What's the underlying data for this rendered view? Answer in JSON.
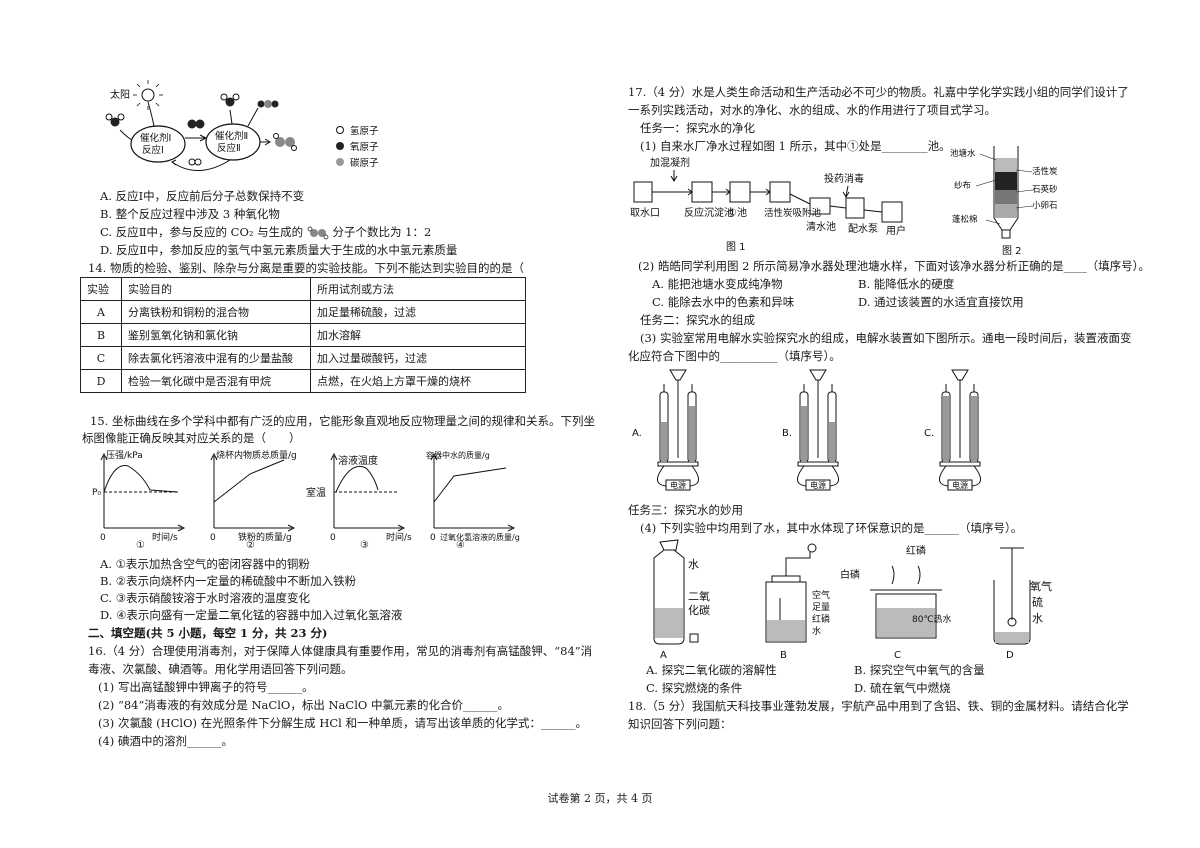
{
  "q13": {
    "sun_label": "太阳",
    "cat1": [
      "催化剂Ⅰ",
      "反应Ⅰ"
    ],
    "cat2": [
      "催化剂Ⅱ",
      "反应Ⅱ"
    ],
    "legend": [
      "氢原子",
      "氧原子",
      "碳原子"
    ],
    "options": [
      "A. 反应Ⅰ中，反应前后分子总数保持不变",
      "B. 整个反应过程中涉及 3 种氧化物",
      "C. 反应Ⅱ中，参与反应的 CO₂ 与生成的",
      "D. 反应Ⅱ中，参加反应的氢气中氢元素质量大于生成的水中氢元素质量"
    ],
    "option_c_tail": "分子个数比为 1：2"
  },
  "q14": {
    "stem": "14. 物质的检验、鉴别、除杂与分离是重要的实验技能。下列不能达到实验目的的是（",
    "headers": [
      "实验",
      "实验目的",
      "所用试剂或方法"
    ],
    "rows": [
      [
        "A",
        "分离铁粉和铜粉的混合物",
        "加足量稀硫酸，过滤"
      ],
      [
        "B",
        "鉴别氢氧化钠和氯化钠",
        "加水溶解"
      ],
      [
        "C",
        "除去氯化钙溶液中混有的少量盐酸",
        "加入过量碳酸钙，过滤"
      ],
      [
        "D",
        "检验一氧化碳中是否混有甲烷",
        "点燃，在火焰上方罩干燥的烧杯"
      ]
    ]
  },
  "q15": {
    "stem1": "15. 坐标曲线在多个学科中都有广泛的应用，它能形象直观地反应物理量之间的规律和关系。下列坐",
    "stem2": "标图像能正确反映其对应关系的是（　　）",
    "graphs": [
      {
        "ylabel": "压强/kPa",
        "xlabel": "时间/s",
        "p0": "P₀",
        "origin": "0",
        "num": "①"
      },
      {
        "ylabel": "烧杯内物质总质量/g",
        "xlabel": "铁粉的质量/g",
        "origin": "0",
        "num": "②"
      },
      {
        "ylabel": "溶液温度",
        "xlabel": "时间/s",
        "tag": "室温",
        "origin": "0",
        "num": "③"
      },
      {
        "ylabel": "容器中水的质量/g",
        "xlabel": "过氧化氢溶液的质量/g",
        "origin": "0",
        "num": "④"
      }
    ],
    "options": [
      "A. ①表示加热含空气的密闭容器中的铜粉",
      "B. ②表示向烧杯内一定量的稀硫酸中不断加入铁粉",
      "C. ③表示硝酸铵溶于水时溶液的温度变化",
      "D. ④表示向盛有一定量二氧化锰的容器中加入过氧化氢溶液"
    ]
  },
  "section2": "二、填空题(共 5 小题，每空 1 分，共 23 分)",
  "q16": [
    "16.（4 分）合理使用消毒剂，对于保障人体健康具有重要作用，常见的消毒剂有高锰酸钾、“84”消",
    "毒液、次氯酸、碘酒等。用化学用语回答下列问题。",
    "(1) 写出高锰酸钾中钾离子的符号______。",
    "(2) “84”消毒液的有效成分是 NaClO，标出 NaClO 中氯元素的化合价______。",
    "(3) 次氯酸 (HClO) 在光照条件下分解生成 HCl 和一种单质，请写出该单质的化学式：______。",
    "(4) 碘酒中的溶剂______。"
  ],
  "q17": {
    "intro": [
      "17.（4 分）水是人类生命活动和生产活动必不可少的物质。礼嘉中学化学实践小组的同学们设计了",
      "一系列实践活动，对水的净化、水的组成、水的作用进行了项目式学习。"
    ],
    "task1": "任务一：探究水的净化",
    "q1": "(1) 自来水厂净水过程如图 1 所示，其中①处是________池。",
    "fig1": {
      "add_label": "加混凝剂",
      "dose_label": "投药消毒",
      "steps": [
        "取水口",
        "反应沉淀池",
        "①池",
        "活性炭吸附池",
        "清水池",
        "配水泵",
        "用户"
      ],
      "caption": "图 1"
    },
    "fig2": {
      "labels": [
        "池塘水",
        "纱布",
        "活性炭",
        "石英砂",
        "小卵石",
        "蓬松棉"
      ],
      "caption": "图 2"
    },
    "q2": "(2) 皓皓同学利用图 2 所示简易净水器处理池塘水样，下面对该净水器分析正确的是____（填序号）。",
    "q2_opts": [
      "A. 能把池塘水变成纯净物",
      "B. 能降低水的硬度",
      "C. 能除去水中的色素和异味",
      "D. 通过该装置的水适宜直接饮用"
    ],
    "task2": "任务二：探究水的组成",
    "q3": [
      "(3) 实验室常用电解水实验探究水的组成，电解水装置如下图所示。通电一段时间后，装置液面变",
      "化应符合下图中的__________（填序号）。"
    ],
    "electro": [
      {
        "label": "A.",
        "power": "电源"
      },
      {
        "label": "B.",
        "power": "电源"
      },
      {
        "label": "C.",
        "power": "电源"
      }
    ],
    "task3": "任务三：探究水的妙用",
    "q4": "(4) 下列实验中均用到了水，其中水体现了环保意识的是______（填序号）。",
    "apparatus": {
      "A": [
        "水",
        "二氧",
        "化碳"
      ],
      "B": [
        "空气",
        "足量",
        "红磷",
        "水"
      ],
      "C": [
        "白磷",
        "红磷",
        "80℃热水"
      ],
      "D": [
        "氧气",
        "硫",
        "水"
      ]
    },
    "app_letters": [
      "A",
      "B",
      "C",
      "D"
    ],
    "q4_opts": [
      "A. 探究二氧化碳的溶解性",
      "B. 探究空气中氧气的含量",
      "C. 探究燃烧的条件",
      "D. 硫在氧气中燃烧"
    ]
  },
  "q18": [
    "18.（5 分）我国航天科技事业蓬勃发展，宇航产品中用到了含铝、铁、铜的金属材料。请结合化学",
    "知识回答下列问题："
  ],
  "footer": "试卷第 2 页，共 4 页"
}
